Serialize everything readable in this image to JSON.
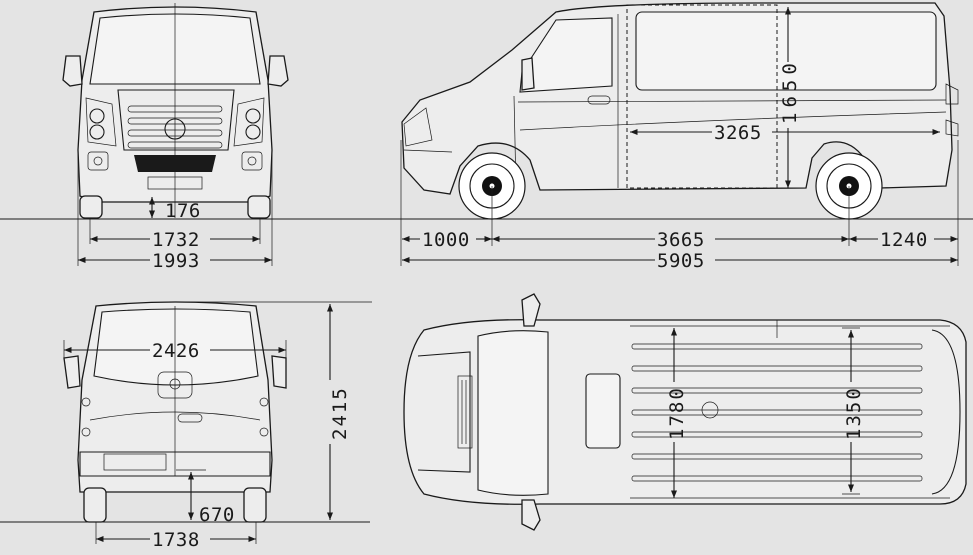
{
  "dimensions": {
    "front": {
      "ground_clearance": "176",
      "track": "1732",
      "width": "1993"
    },
    "side": {
      "front_overhang": "1000",
      "wheelbase": "3665",
      "rear_overhang": "1240",
      "length": "5905",
      "cargo_length": "3265",
      "cargo_height": "1650"
    },
    "rear": {
      "mirror_width": "2426",
      "height": "2415",
      "load_height": "670",
      "rear_track": "1738"
    },
    "top": {
      "cargo_width": "1780",
      "width_between_arches": "1350"
    }
  },
  "colors": {
    "background": "#e4e4e4",
    "line": "#1a1a1a"
  }
}
